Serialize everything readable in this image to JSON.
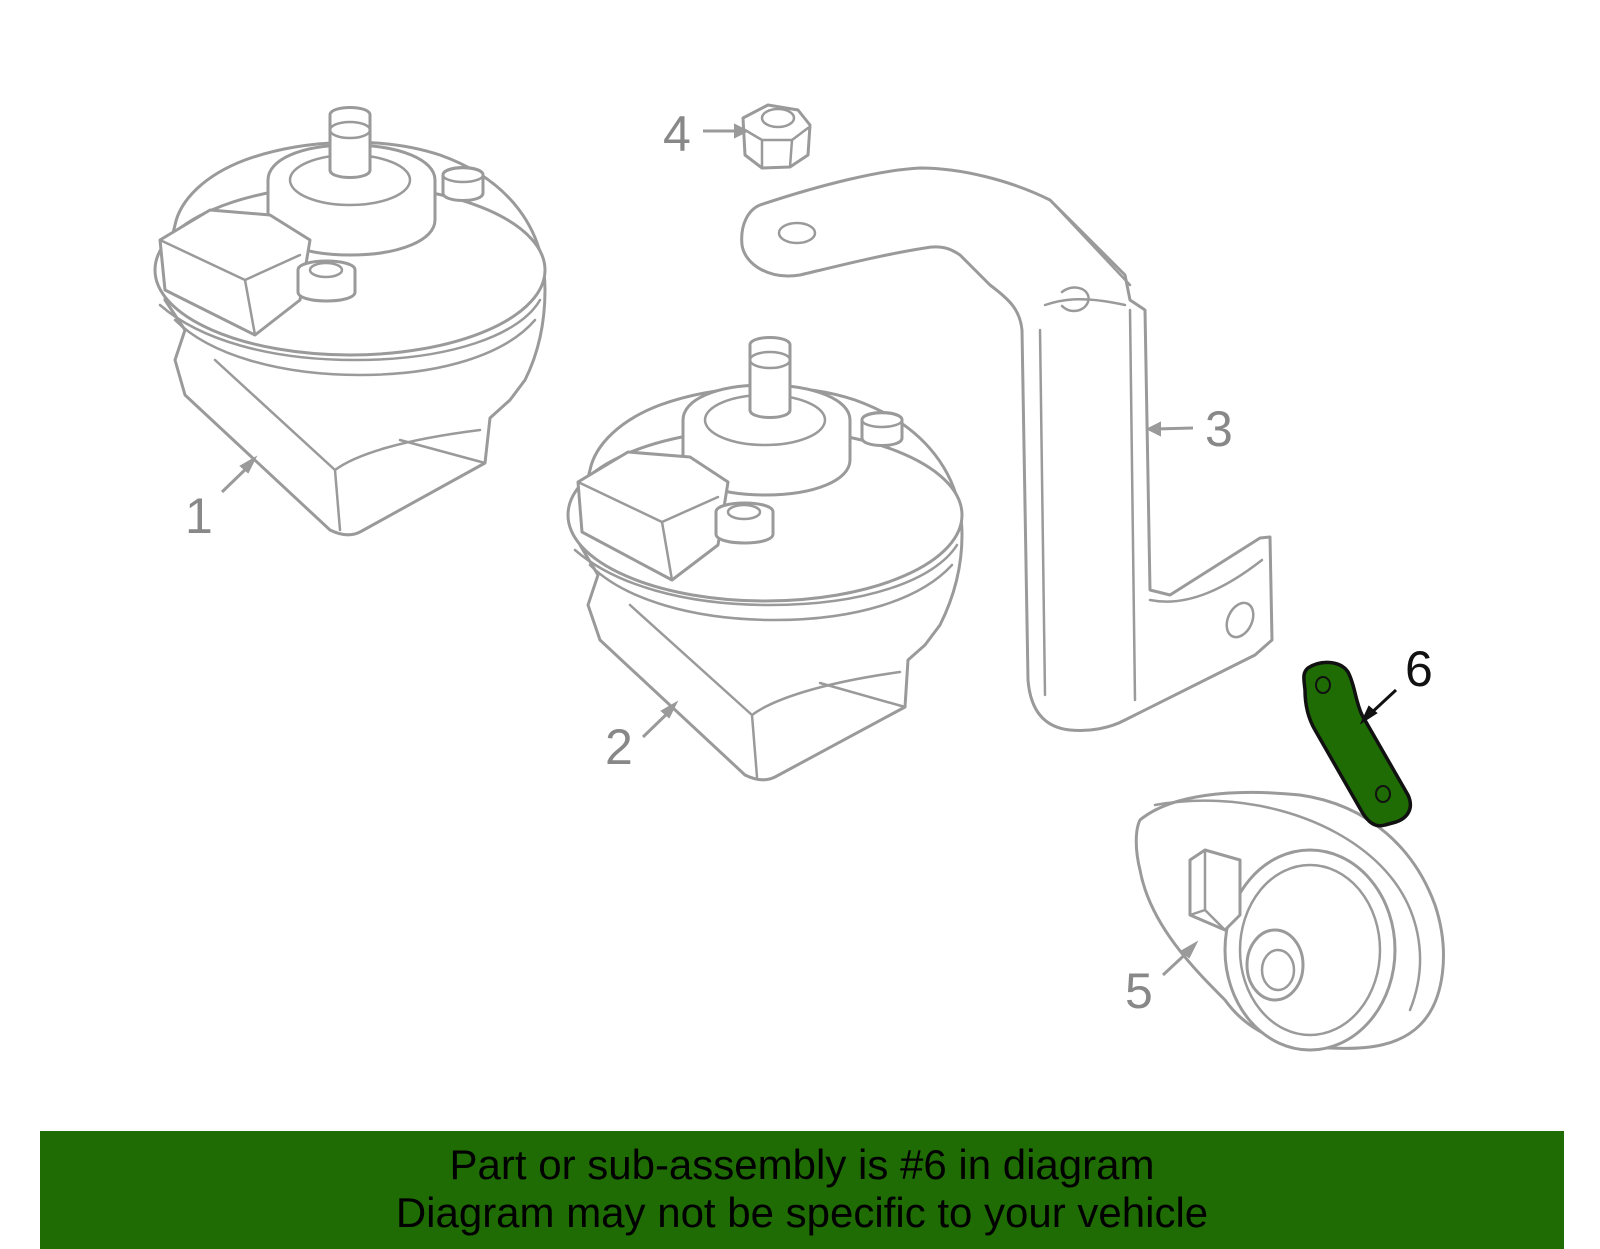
{
  "callouts": [
    {
      "number": "1"
    },
    {
      "number": "2"
    },
    {
      "number": "3"
    },
    {
      "number": "4"
    },
    {
      "number": "5"
    },
    {
      "number": "6"
    }
  ],
  "highlight": {
    "part_number": "6",
    "fill_color": "#1f6b04",
    "outline_color": "#111111"
  },
  "colors": {
    "line_art": "#9a9a9a",
    "callout_text": "#888888",
    "banner_background": "#1f6b04",
    "banner_text": "#000000"
  },
  "banner": {
    "line1": "Part or sub-assembly is #6 in diagram",
    "line2": "Diagram may not be specific to your vehicle"
  }
}
